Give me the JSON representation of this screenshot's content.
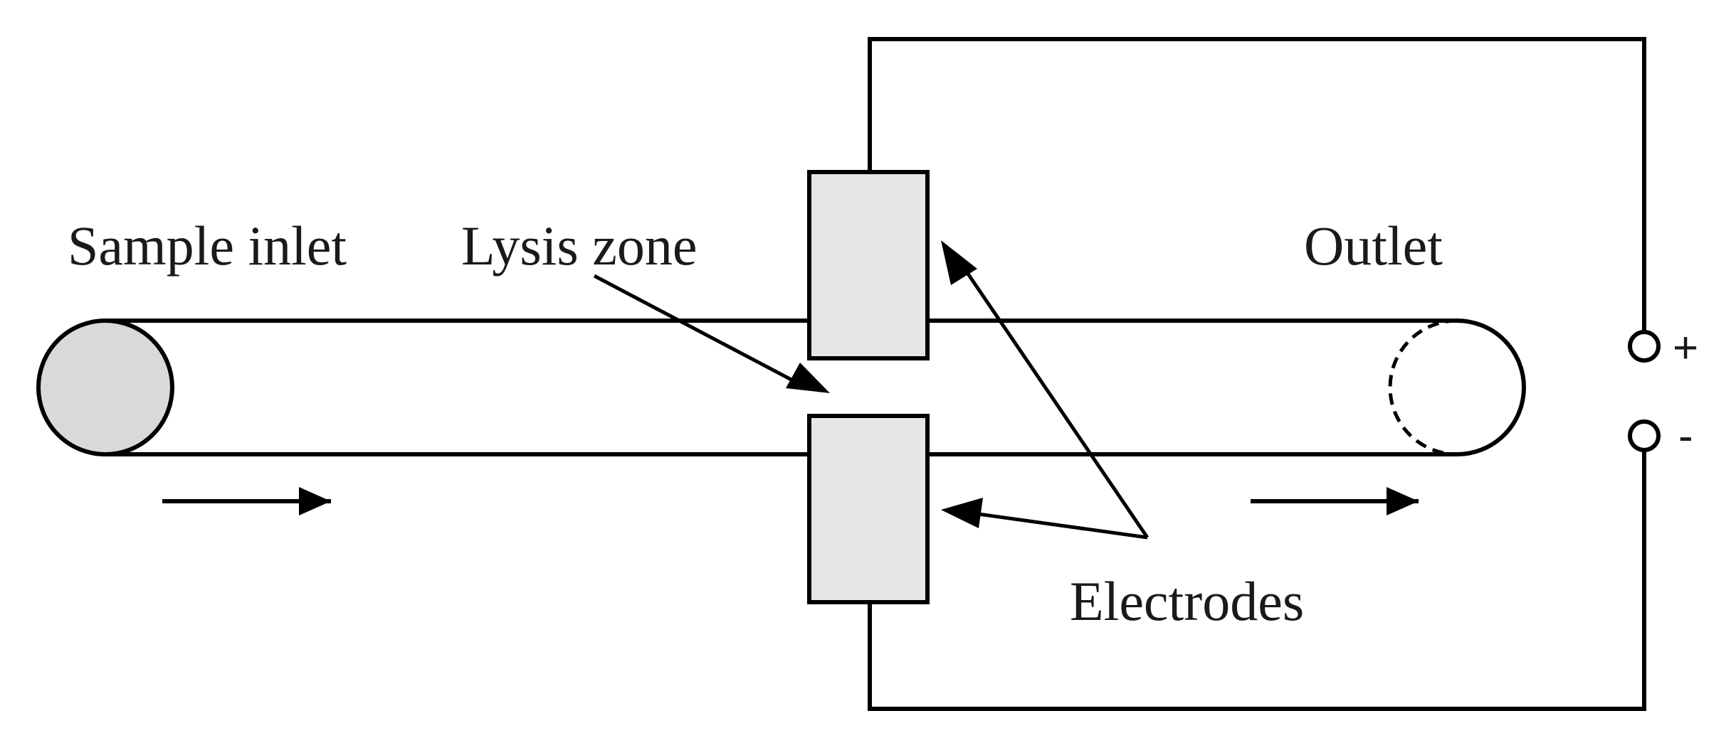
{
  "labels": {
    "sample_inlet": "Sample inlet",
    "lysis_zone": "Lysis zone",
    "outlet": "Outlet",
    "electrodes": "Electrodes"
  },
  "terminals": {
    "positive": "+",
    "negative": "-"
  },
  "colors": {
    "electrode_fill": "#e6e6e6",
    "inlet_fill": "#d9d9d9",
    "line": "#000000"
  }
}
